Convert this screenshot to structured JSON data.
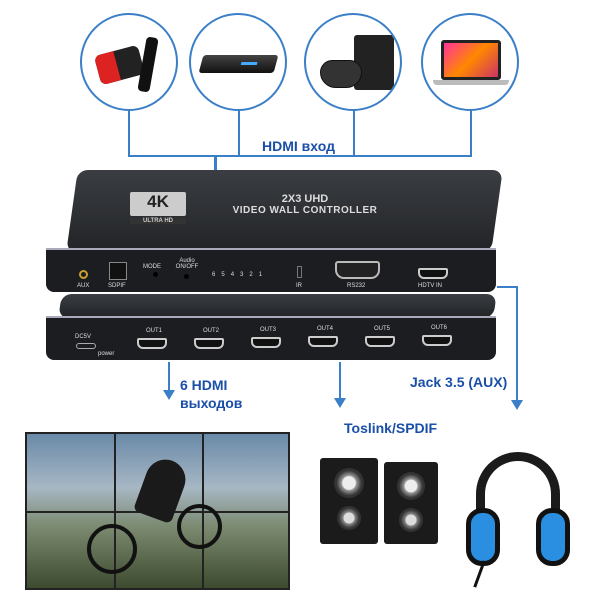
{
  "inputs": {
    "label": "HDMI вход",
    "devices": [
      {
        "icon": "tv-box-icon"
      },
      {
        "icon": "dvd-player-icon"
      },
      {
        "icon": "game-console-icon"
      },
      {
        "icon": "laptop-icon"
      }
    ]
  },
  "device": {
    "logo": "4K",
    "logo_sub": "ULTRA HD",
    "title_line1": "2X3 UHD",
    "title_line2": "VIDEO WALL CONTROLLER",
    "ports_top": {
      "aux": "AUX",
      "spdif": "SDPIF",
      "mode": "MODE",
      "audio": "Audio ON/OFF",
      "leds": [
        "6",
        "5",
        "4",
        "3",
        "2",
        "1"
      ],
      "ir": "IR",
      "rs232": "RS232",
      "hdmi_in": "HDTV IN"
    },
    "ports_bottom": {
      "dc": "DC5V",
      "power": "power",
      "outs": [
        "OUT1",
        "OUT2",
        "OUT3",
        "OUT4",
        "OUT5",
        "OUT6"
      ]
    }
  },
  "outputs": {
    "hdmi_label_line1": "6 HDMI",
    "hdmi_label_line2": "выходов",
    "toslink_label": "Toslink/SPDIF",
    "jack_label": "Jack 3.5 (AUX)"
  },
  "colors": {
    "accent": "#3a7fc8",
    "label": "#1a4fa8",
    "device": "#2a2c30"
  }
}
